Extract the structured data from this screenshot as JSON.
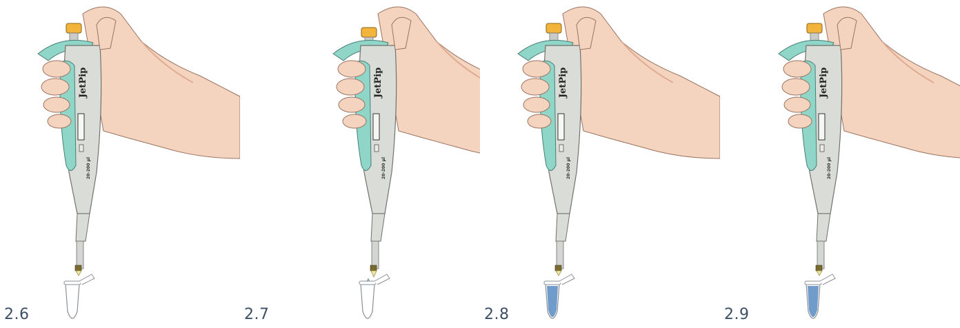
{
  "steps": [
    {
      "label": "2.6",
      "tube_filled": false,
      "droplet": false,
      "plunger": "up"
    },
    {
      "label": "2.7",
      "tube_filled": false,
      "droplet": true,
      "plunger": "down"
    },
    {
      "label": "2.8",
      "tube_filled": true,
      "droplet": false,
      "plunger": "up"
    },
    {
      "label": "2.9",
      "tube_filled": true,
      "droplet": false,
      "plunger": "up"
    }
  ],
  "pipette": {
    "brand": "JetPip",
    "range": "20-200 µl"
  },
  "colors": {
    "skin": "#f4d3bf",
    "skin_shadow": "#e0ab93",
    "body": "#dadcd8",
    "accent": "#8fd6c9",
    "button": "#f2b43a",
    "liquid": "#6f9ccb",
    "tip": "#efe7a8",
    "label": "#3d4f66"
  }
}
